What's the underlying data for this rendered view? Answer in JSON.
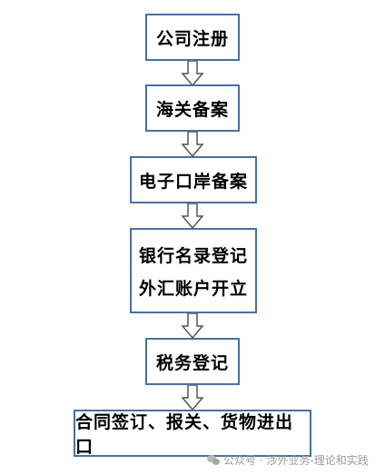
{
  "steps": [
    {
      "label": "公司注册"
    },
    {
      "label": "海关备案"
    },
    {
      "label": "电子口岸备案"
    },
    {
      "lines": [
        "银行名录登记",
        "外汇账户开立"
      ]
    },
    {
      "label": "税务登记"
    },
    {
      "label": "合同签订、报关、货物进出口"
    }
  ],
  "watermark": {
    "text": "公众号 · 涉外业务-理论和实践",
    "icon": "wechat-icon"
  },
  "colors": {
    "box_border": "#4a6fa5",
    "arrow_stroke": "#555555",
    "watermark": "#9a9a9a"
  }
}
